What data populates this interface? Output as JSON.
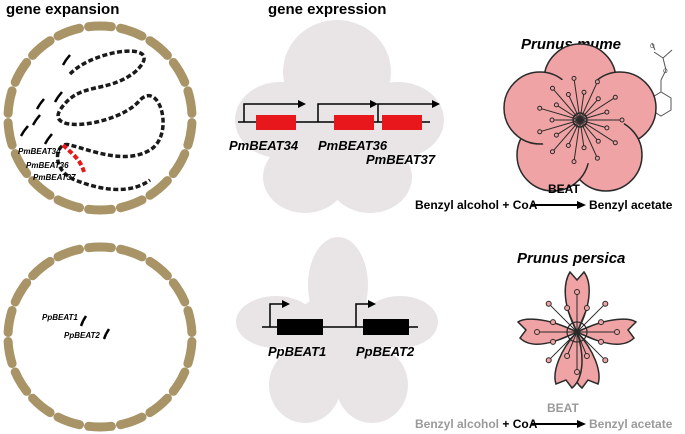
{
  "headers": {
    "left": "gene expansion",
    "middle": "gene expression"
  },
  "top_row": {
    "chromosome_genes": [
      "PmBEAT34",
      "PmBEAT36",
      "PmBEAT37"
    ],
    "expression_genes": [
      "PmBEAT34",
      "PmBEAT36",
      "PmBEAT37"
    ],
    "species": "Prunus mume",
    "enzyme": "BEAT",
    "substrates": "Benzyl alcohol + CoA",
    "product": "Benzyl acetate"
  },
  "bottom_row": {
    "chromosome_genes": [
      "PpBEAT1",
      "PpBEAT2"
    ],
    "expression_genes": [
      "PpBEAT1",
      "PpBEAT2"
    ],
    "species": "Prunus persica",
    "enzyme": "BEAT",
    "substrates_part1": "Benzyl alcohol",
    "substrates_part2": " + CoA",
    "product": "Benzyl acetate"
  },
  "colors": {
    "cell_wall": "#a89466",
    "petal_background": "#e9e5e6",
    "flower": "#f0a3a4",
    "highlight_gene": "#e8171b",
    "faded_text": "#9a9a9a"
  }
}
